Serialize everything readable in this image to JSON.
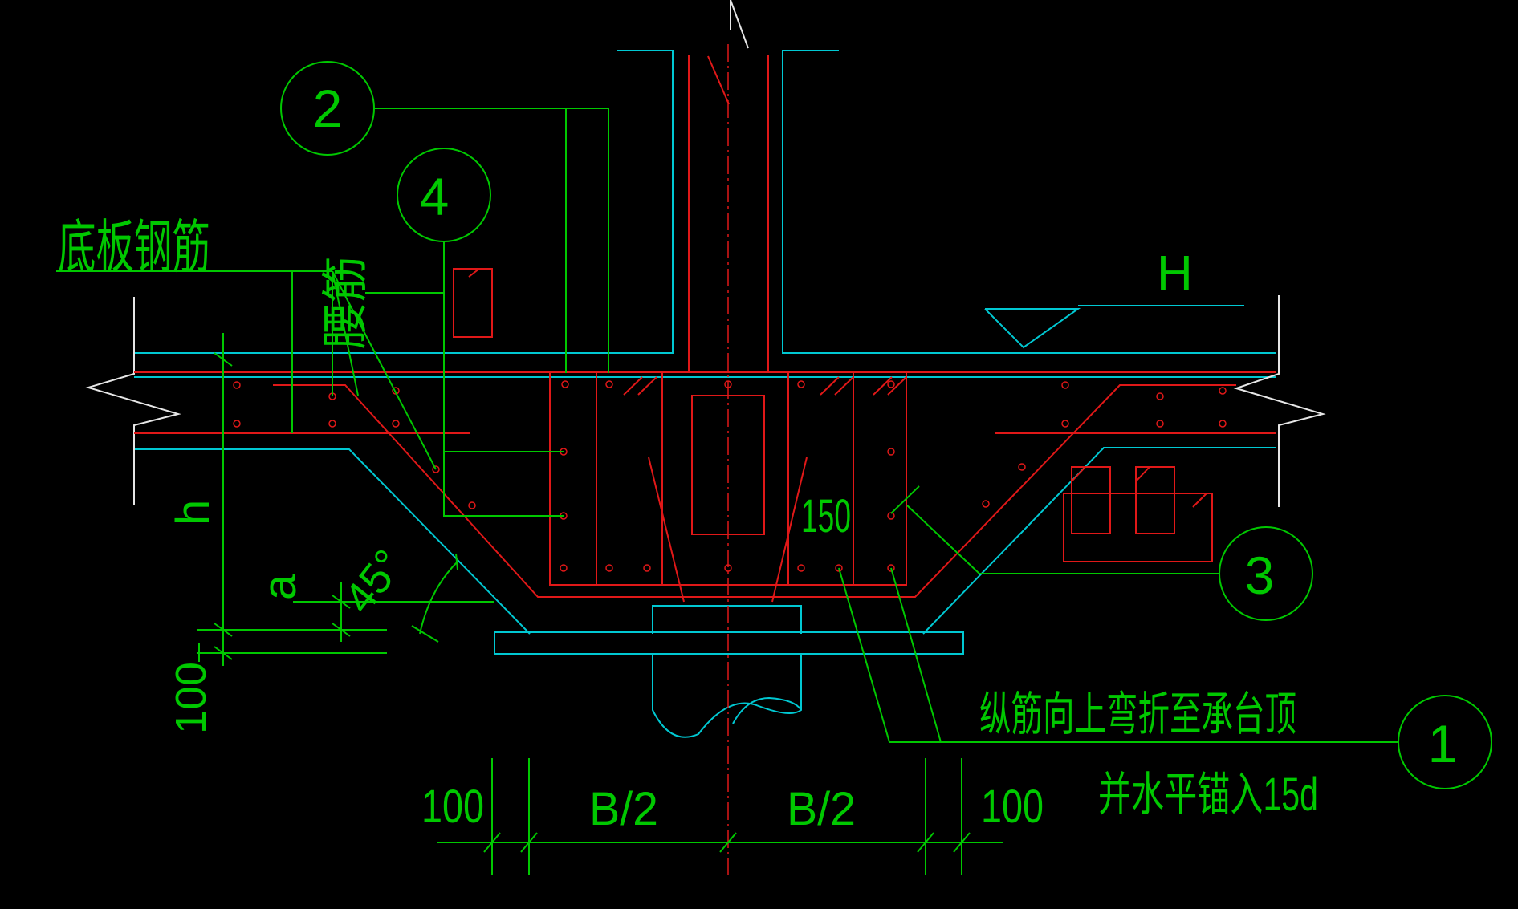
{
  "labels": {
    "bottom_slab_rebar": "底板钢筋",
    "dim_h": "h",
    "dim_a": "a",
    "angle": "45°",
    "dim_100_left": "100",
    "dim_150": "150",
    "elevation_h": "H",
    "note_line1": "纵筋向上弯折至承台顶",
    "note_line2": "并水平锚入15d",
    "dim_bottom_100_left": "100",
    "dim_b_half_left": "B/2",
    "dim_b_half_right": "B/2",
    "dim_bottom_100_right": "100",
    "obscured_text": "腰筋"
  },
  "callouts": [
    "1",
    "2",
    "3",
    "4"
  ],
  "colors": {
    "background": "#000000",
    "annotation": "#00c800",
    "outline": "#00c8d2",
    "rebar": "#e01818",
    "break_line": "#e6e6e6"
  }
}
